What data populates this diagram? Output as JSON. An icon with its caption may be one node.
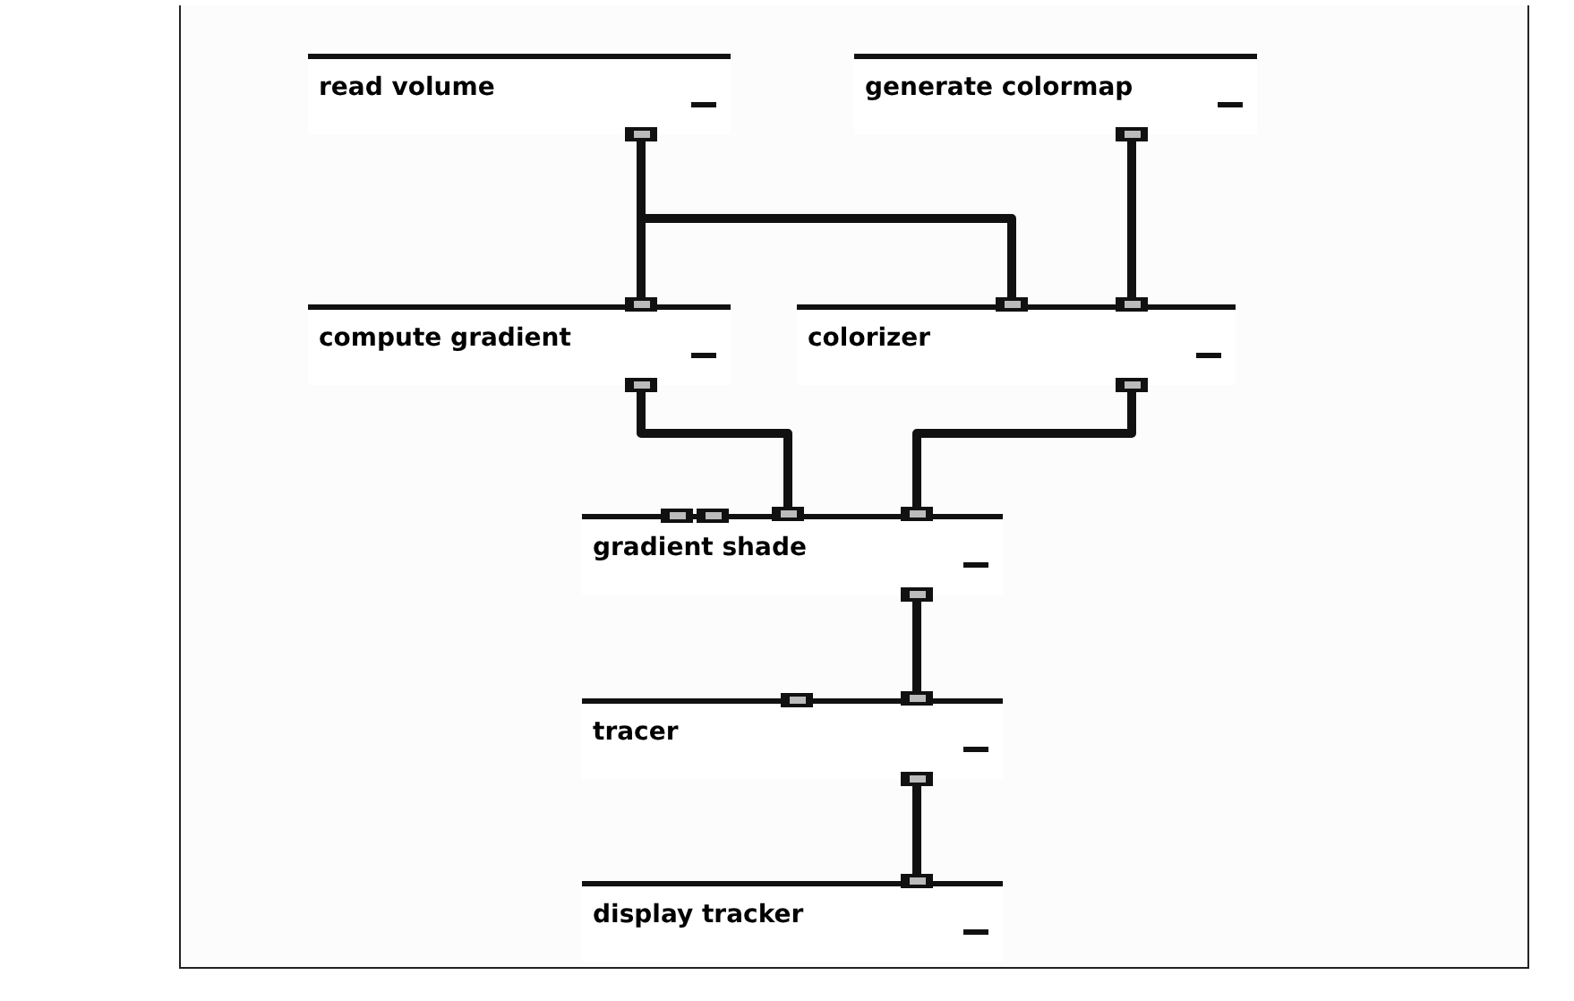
{
  "diagram": {
    "nodes": [
      {
        "text": [
          "read volume"
        ]
      },
      {
        "text": [
          "generate colormap"
        ]
      },
      {
        "text": [
          "compute gradient"
        ]
      },
      {
        "text": [
          "colorizer"
        ]
      },
      {
        "text": [
          "gradient shade"
        ]
      },
      {
        "text": [
          "tracer"
        ]
      },
      {
        "text": [
          "display tracker"
        ]
      }
    ],
    "edges": [
      {
        "from": 0,
        "to": 2,
        "arrow": "other"
      },
      {
        "from": 0,
        "to": 3,
        "arrow": "other"
      },
      {
        "from": 1,
        "to": 3,
        "arrow": "other"
      },
      {
        "from": 2,
        "to": 4,
        "arrow": "other"
      },
      {
        "from": 3,
        "to": 4,
        "arrow": "other"
      },
      {
        "from": 4,
        "to": 5,
        "arrow": "other"
      },
      {
        "from": 5,
        "to": 6,
        "arrow": "other"
      }
    ]
  }
}
